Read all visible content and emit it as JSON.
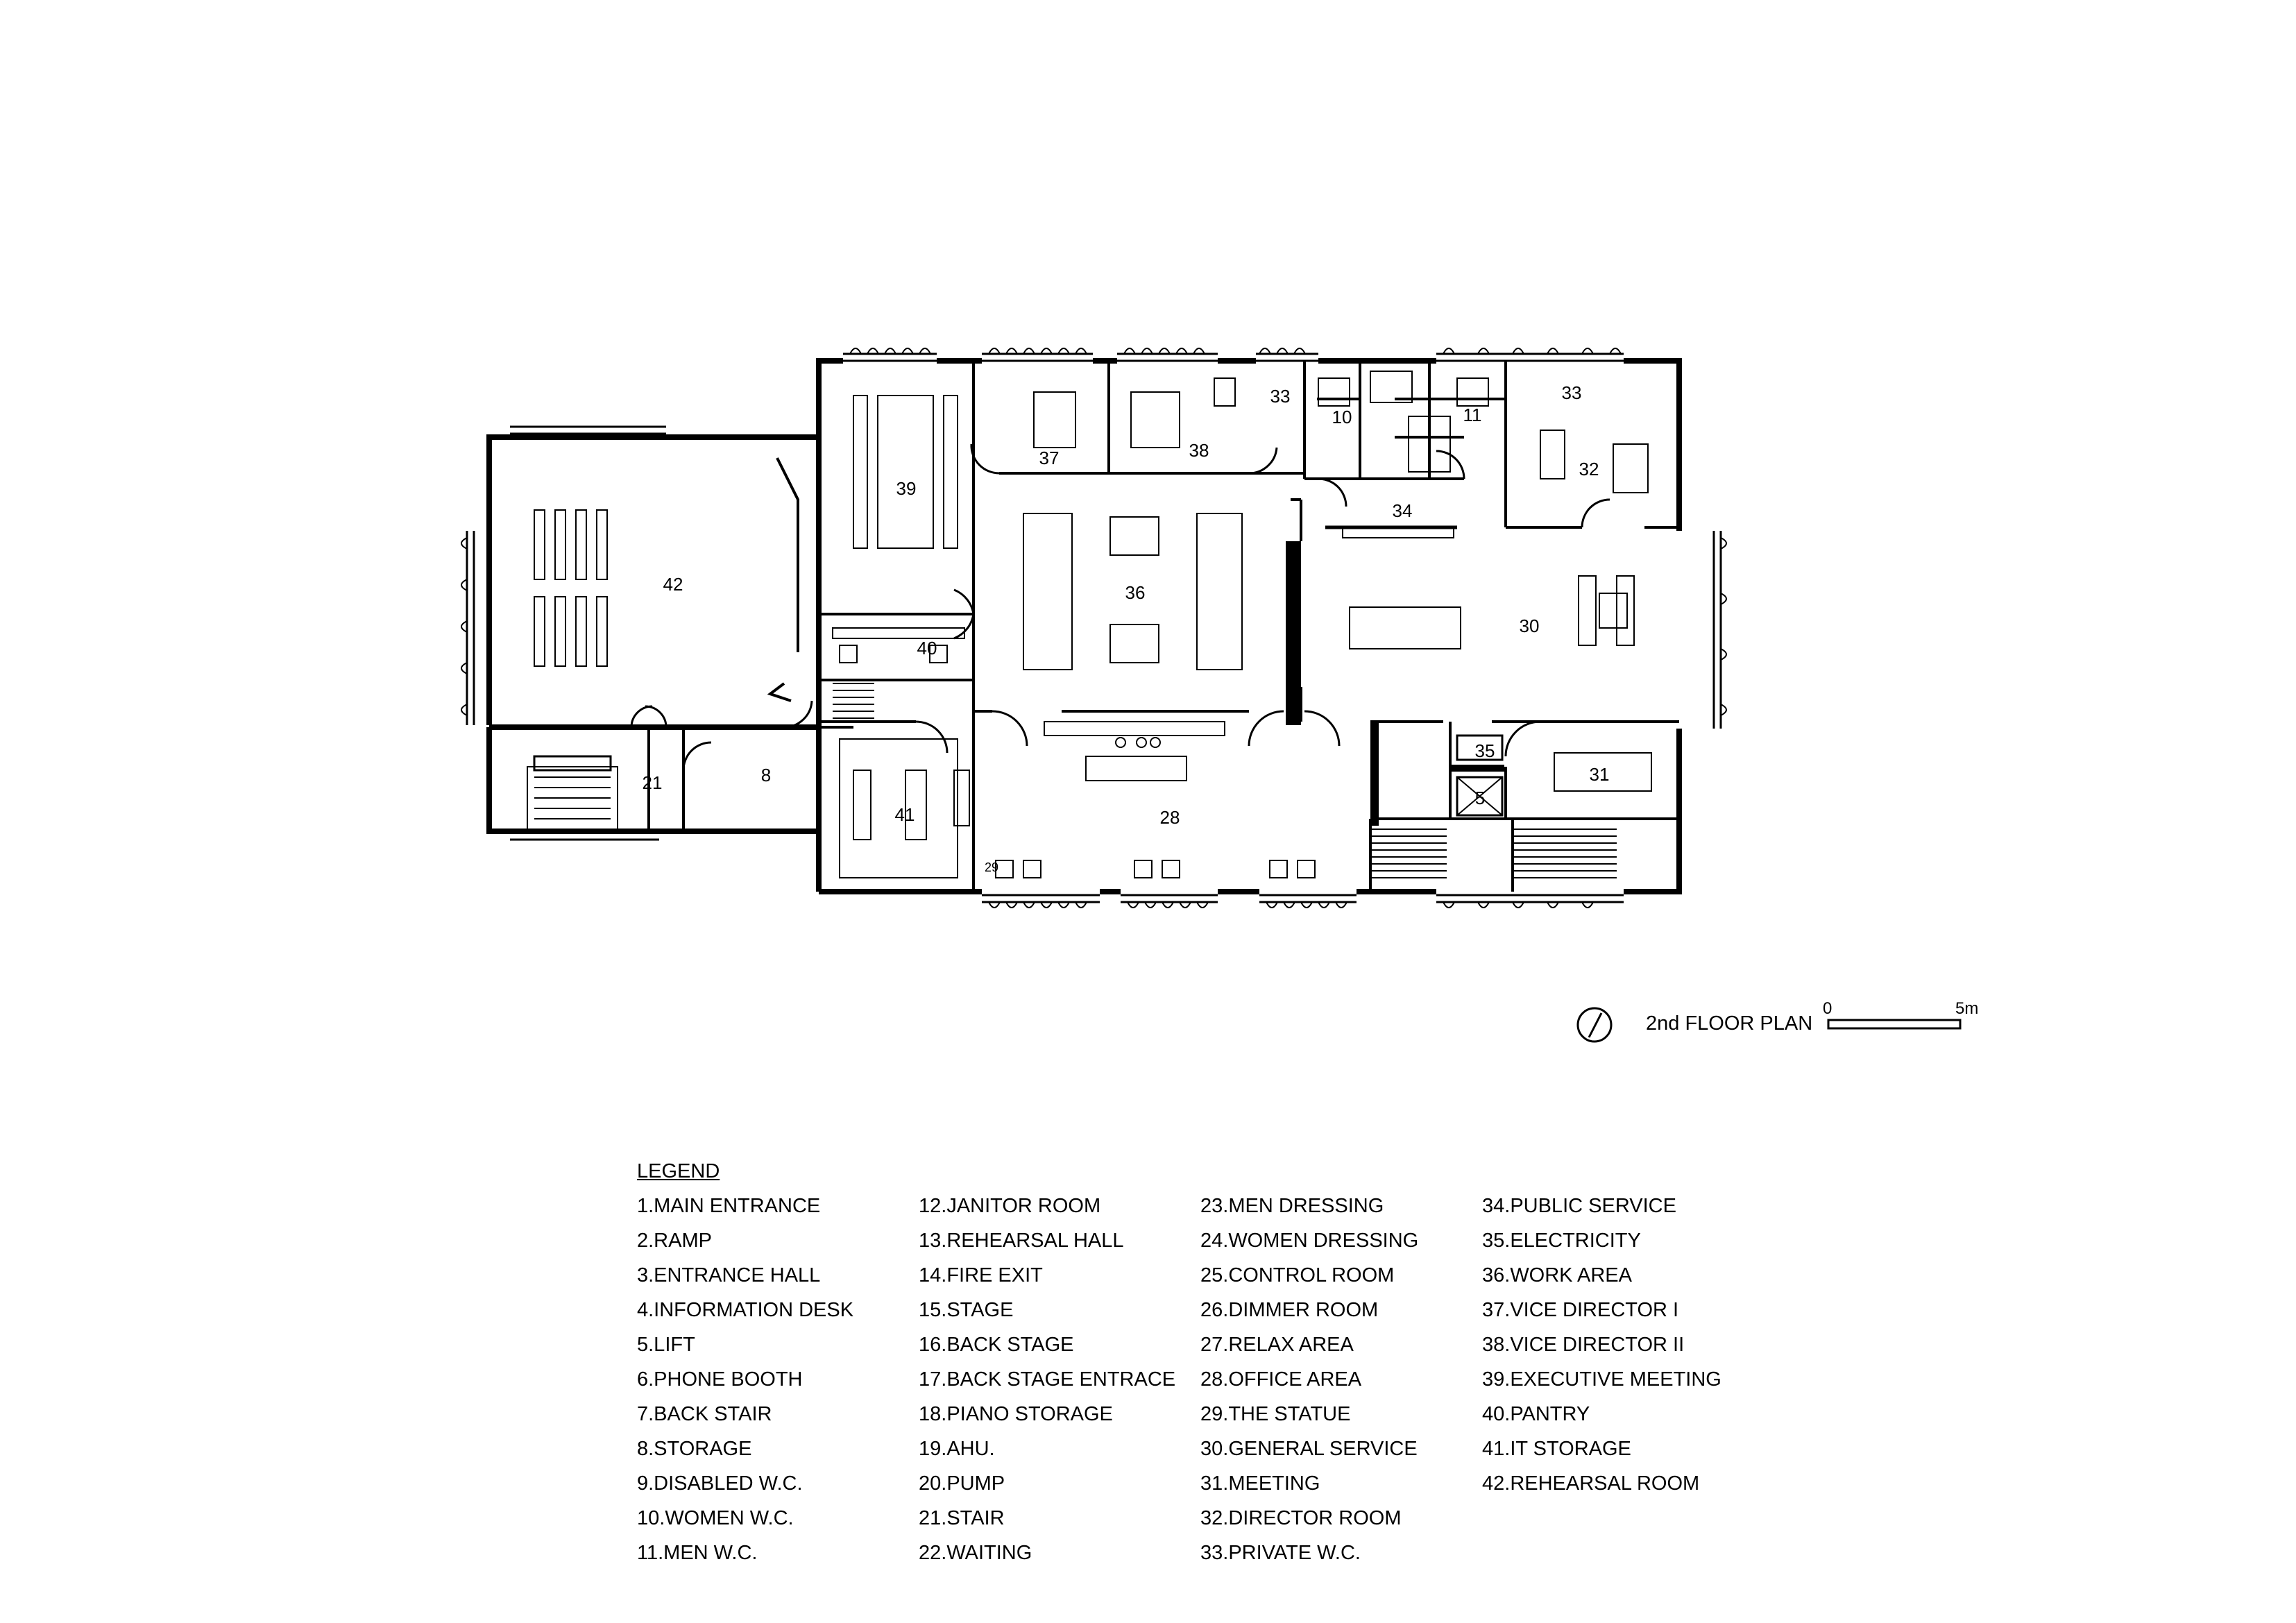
{
  "title": "2nd FLOOR PLAN",
  "scale": {
    "start": "0",
    "end": "5m"
  },
  "legend": {
    "title": "LEGEND",
    "items": [
      "1.MAIN ENTRANCE",
      "2.RAMP",
      "3.ENTRANCE HALL",
      "4.INFORMATION DESK",
      "5.LIFT",
      "6.PHONE BOOTH",
      "7.BACK STAIR",
      "8.STORAGE",
      "9.DISABLED W.C.",
      "10.WOMEN W.C.",
      "11.MEN W.C.",
      "12.JANITOR ROOM",
      "13.REHEARSAL HALL",
      "14.FIRE EXIT",
      "15.STAGE",
      "16.BACK STAGE",
      "17.BACK STAGE ENTRACE",
      "18.PIANO STORAGE",
      "19.AHU.",
      "20.PUMP",
      "21.STAIR",
      "22.WAITING",
      "23.MEN DRESSING",
      "24.WOMEN DRESSING",
      "25.CONTROL ROOM",
      "26.DIMMER ROOM",
      "27.RELAX AREA",
      "28.OFFICE AREA",
      "29.THE STATUE",
      "30.GENERAL SERVICE",
      "31.MEETING",
      "32.DIRECTOR ROOM",
      "33.PRIVATE W.C.",
      "34.PUBLIC SERVICE",
      "35.ELECTRICITY",
      "36.WORK AREA",
      "37.VICE DIRECTOR I",
      "38.VICE DIRECTOR II",
      "39.EXECUTIVE MEETING",
      "40.PANTRY",
      "41.IT STORAGE",
      "42.REHEARSAL ROOM"
    ]
  },
  "room_labels": {
    "r42": "42",
    "r39": "39",
    "r40": "40",
    "r41": "41",
    "r37": "37",
    "r38": "38",
    "r36": "36",
    "r33a": "33",
    "r10": "10",
    "r11": "11",
    "r33b": "33",
    "r32": "32",
    "r34": "34",
    "r30": "30",
    "r35": "35",
    "r31": "31",
    "r5": "5",
    "r28": "28",
    "r29": "29",
    "r21": "21",
    "r8": "8"
  }
}
